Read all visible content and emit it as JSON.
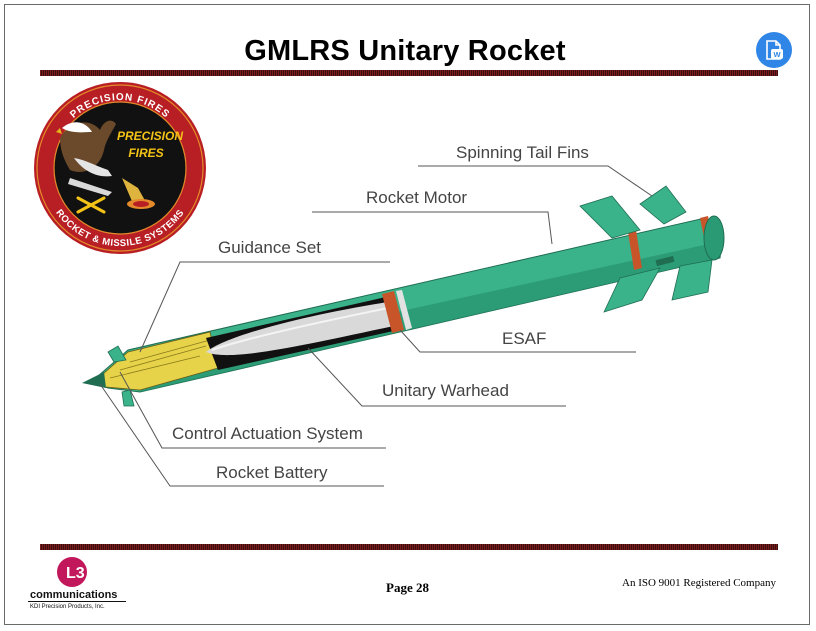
{
  "slide": {
    "title": "GMLRS Unitary Rocket",
    "page": "Page 28",
    "iso_note": "An ISO 9001 Registered Company"
  },
  "labels": {
    "spinning_tail_fins": "Spinning Tail Fins",
    "rocket_motor": "Rocket Motor",
    "guidance_set": "Guidance Set",
    "esaf": "ESAF",
    "unitary_warhead": "Unitary Warhead",
    "control_actuation_system": "Control Actuation System",
    "rocket_battery": "Rocket Battery"
  },
  "emblem": {
    "top_text": "PRECISION FIRES",
    "center_line1": "PRECISION",
    "center_line2": "FIRES",
    "bottom_text": "ROCKET & MISSILE SYSTEMS"
  },
  "company_logo": {
    "mark": "L3",
    "name": "communications",
    "division": "KDI Precision Products, Inc."
  },
  "icons": {
    "export_button": "word-export-icon"
  },
  "colors": {
    "rocket_body": "#3bb38a",
    "rocket_body_dark": "#1f7a5a",
    "band": "#c8552a",
    "guidance": "#e6d34a",
    "warhead": "#d9d9d9",
    "emblem_ring": "#b81f24",
    "button": "#2f86e6",
    "rule": "#6a1a1a"
  }
}
